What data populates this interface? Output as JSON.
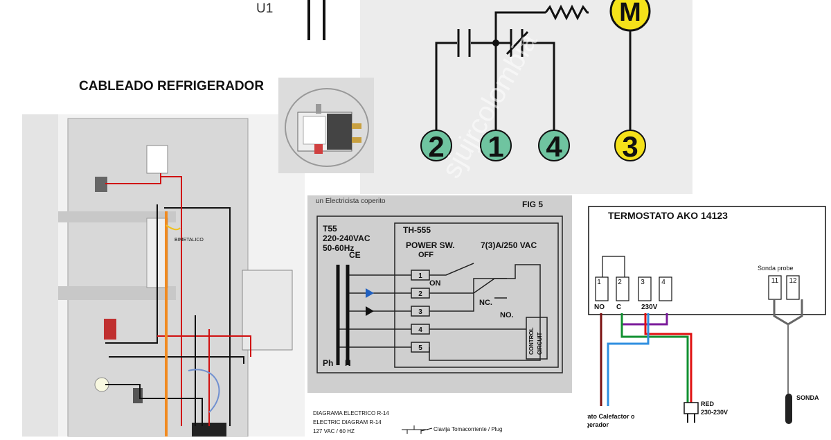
{
  "u1_label": "U1",
  "motor_panel": {
    "motor_label": "M",
    "terminals": [
      "2",
      "1",
      "4",
      "3"
    ],
    "watermark": "sjujrcolombia"
  },
  "wiring_panel": {
    "title": "CABLEADO REFRIGERADOR",
    "bimetal_label": "BIMETALICO"
  },
  "schematic": {
    "header": "un Electricista coperito",
    "fig": "FIG 5",
    "model": "TH-555",
    "line1": "T55",
    "line2": "220-240VAC",
    "line3": "50-60Hz",
    "power_sw": "POWER SW.",
    "rating": "7(3)A/250 VAC",
    "off": "OFF",
    "on": "ON",
    "nc": "NC.",
    "no": "NO.",
    "control": [
      "CONTROL",
      "CIRCUIT"
    ],
    "terminals": [
      "1",
      "2",
      "3",
      "4",
      "5"
    ],
    "ph": "Ph",
    "n": "N",
    "ce": "CE"
  },
  "ako": {
    "title": "TERMOSTATO AKO 14123",
    "terminals": [
      "1",
      "2",
      "3",
      "4"
    ],
    "probe_terminals": [
      "11",
      "12"
    ],
    "sonda_probe": "Sonda probe",
    "no": "NO",
    "c": "C",
    "v230": "230V",
    "aparato": [
      "Aparato Calefactor o",
      "refrigerador"
    ],
    "red": [
      "RED",
      "230-230V"
    ],
    "sonda": "SONDA",
    "colors": {
      "red": "#e01010",
      "green": "#109030",
      "blue": "#2f8fe0",
      "purple": "#7a1a9a",
      "darkred": "#7a1010"
    }
  },
  "r14": {
    "lines": [
      "DIAGRAMA ELECTRICO R-14",
      "ELECTRIC DIAGRAM R-14",
      "127 VAC / 60 HZ"
    ],
    "plug": "Clavija Tomacorriente / Plug"
  }
}
